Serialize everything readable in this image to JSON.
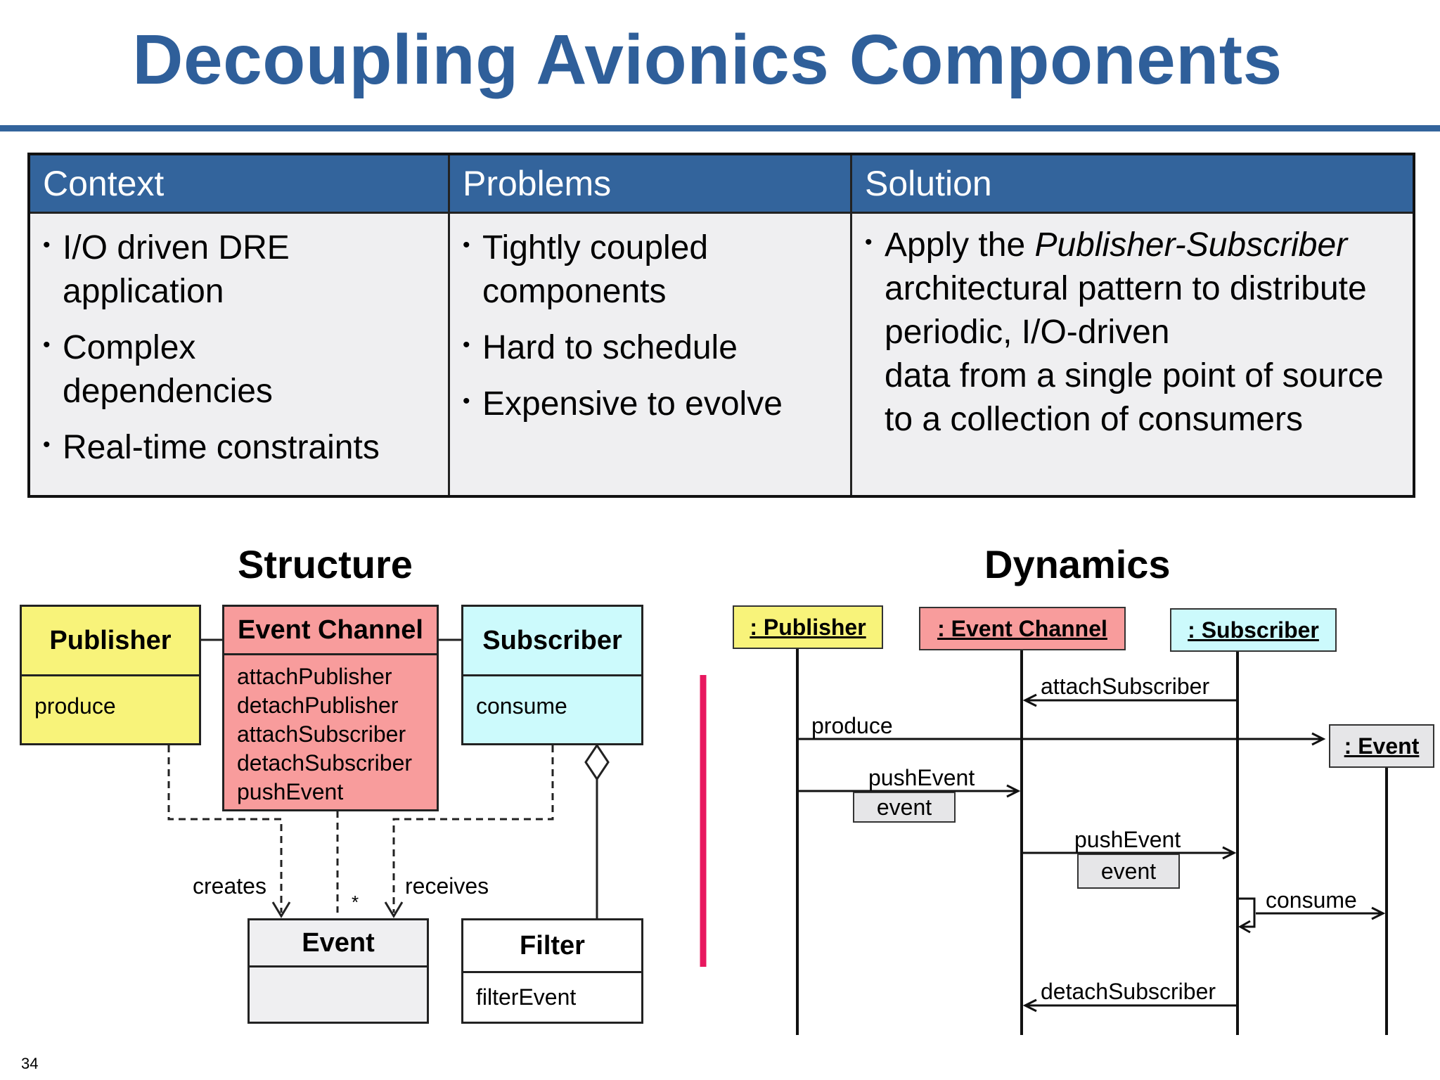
{
  "title": "Decoupling Avionics Components",
  "table": {
    "context": {
      "header": "Context",
      "bullets": [
        "I/O driven DRE application",
        "Complex dependencies",
        "Real-time constraints"
      ]
    },
    "problems": {
      "header": "Problems",
      "bullets": [
        "Tightly coupled components",
        "Hard to schedule",
        "Expensive to evolve"
      ]
    },
    "solution": {
      "header": "Solution",
      "pre": "Apply the ",
      "italic": "Publisher-Subscriber",
      "post": " architectural pattern to distribute periodic, I/O-driven",
      "line2": "data from a single point of source to a collection of consumers"
    }
  },
  "structure": {
    "title": "Structure",
    "publisher": {
      "name": "Publisher",
      "ops": [
        "produce"
      ]
    },
    "channel": {
      "name": "Event Channel",
      "ops": [
        "attachPublisher",
        "detachPublisher",
        "attachSubscriber",
        "detachSubscriber",
        "pushEvent"
      ]
    },
    "subscriber": {
      "name": "Subscriber",
      "ops": [
        "consume"
      ]
    },
    "event": {
      "name": "Event"
    },
    "filter": {
      "name": "Filter",
      "ops": [
        "filterEvent"
      ]
    },
    "labels": {
      "creates": "creates",
      "receives": "receives",
      "star": "*"
    }
  },
  "dynamics": {
    "title": "Dynamics",
    "objects": {
      "publisher": ": Publisher",
      "channel": ": Event Channel",
      "subscriber": ": Subscriber",
      "event": ": Event"
    },
    "messages": {
      "attach": "attachSubscriber",
      "produce": "produce",
      "push1": "pushEvent",
      "event1": "event",
      "push2": "pushEvent",
      "event2": "event",
      "consume": "consume",
      "detach": "detachSubscriber"
    }
  },
  "page_number": "34",
  "colors": {
    "title": "#2f5f9a",
    "header": "#33649c",
    "publisher": "#f8f37a",
    "channel": "#f89c9c",
    "subscriber": "#ccfafc",
    "divider": "#e8185f"
  }
}
